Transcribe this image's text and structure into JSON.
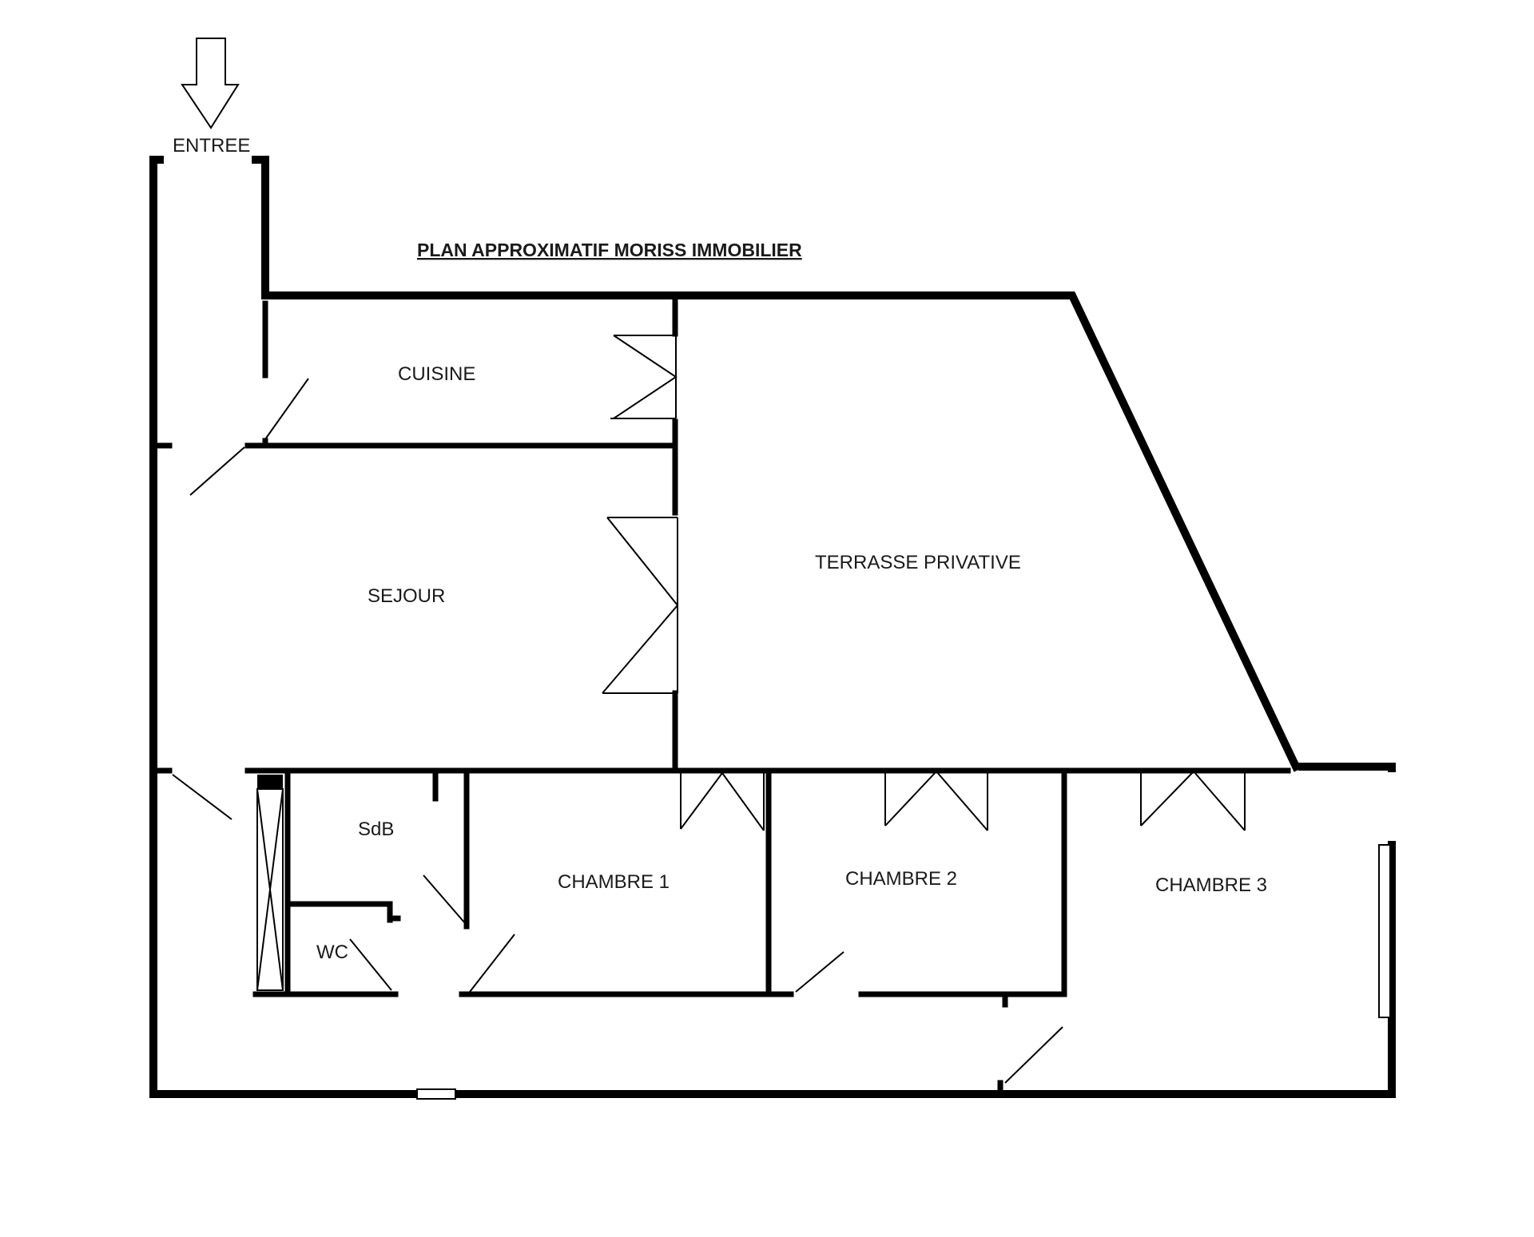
{
  "title": "PLAN APPROXIMATIF MORISS IMMOBILIER",
  "entrance": "ENTREE",
  "rooms": {
    "cuisine": "CUISINE",
    "sejour": "SEJOUR",
    "terrasse": "TERRASSE PRIVATIVE",
    "sdb": "SdB",
    "wc": "WC",
    "chambre1": "CHAMBRE 1",
    "chambre2": "CHAMBRE 2",
    "chambre3": "CHAMBRE 3"
  },
  "icons": {
    "entrance_arrow": "down-arrow-icon"
  }
}
